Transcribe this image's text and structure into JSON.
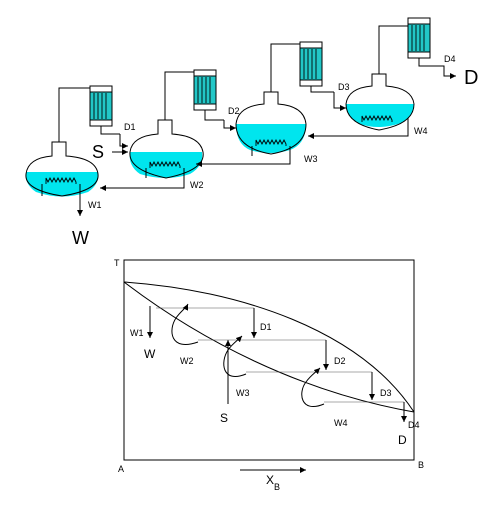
{
  "process": {
    "feed_label": "S",
    "waste_label": "W",
    "distillate_label": "D",
    "stages": [
      {
        "id": 1,
        "distillate": "D1",
        "waste": "W1"
      },
      {
        "id": 2,
        "distillate": "D2",
        "waste": "W2"
      },
      {
        "id": 3,
        "distillate": "D3",
        "waste": "W3"
      },
      {
        "id": 4,
        "distillate": "D4",
        "waste": "W4"
      }
    ],
    "liquid_color": "#00e5ee",
    "condenser_color": "#22c7c7"
  },
  "phase_diagram": {
    "y_axis_label": "T",
    "x_axis_label": "X",
    "x_axis_subscript": "B",
    "left_corner_label": "A",
    "right_corner_label": "B",
    "feed_label": "S",
    "waste_label": "W",
    "distillate_label": "D",
    "step_labels": {
      "w1": "W1",
      "w2": "W2",
      "w3": "W3",
      "w4": "W4",
      "d1": "D1",
      "d2": "D2",
      "d3": "D3",
      "d4": "D4"
    }
  }
}
